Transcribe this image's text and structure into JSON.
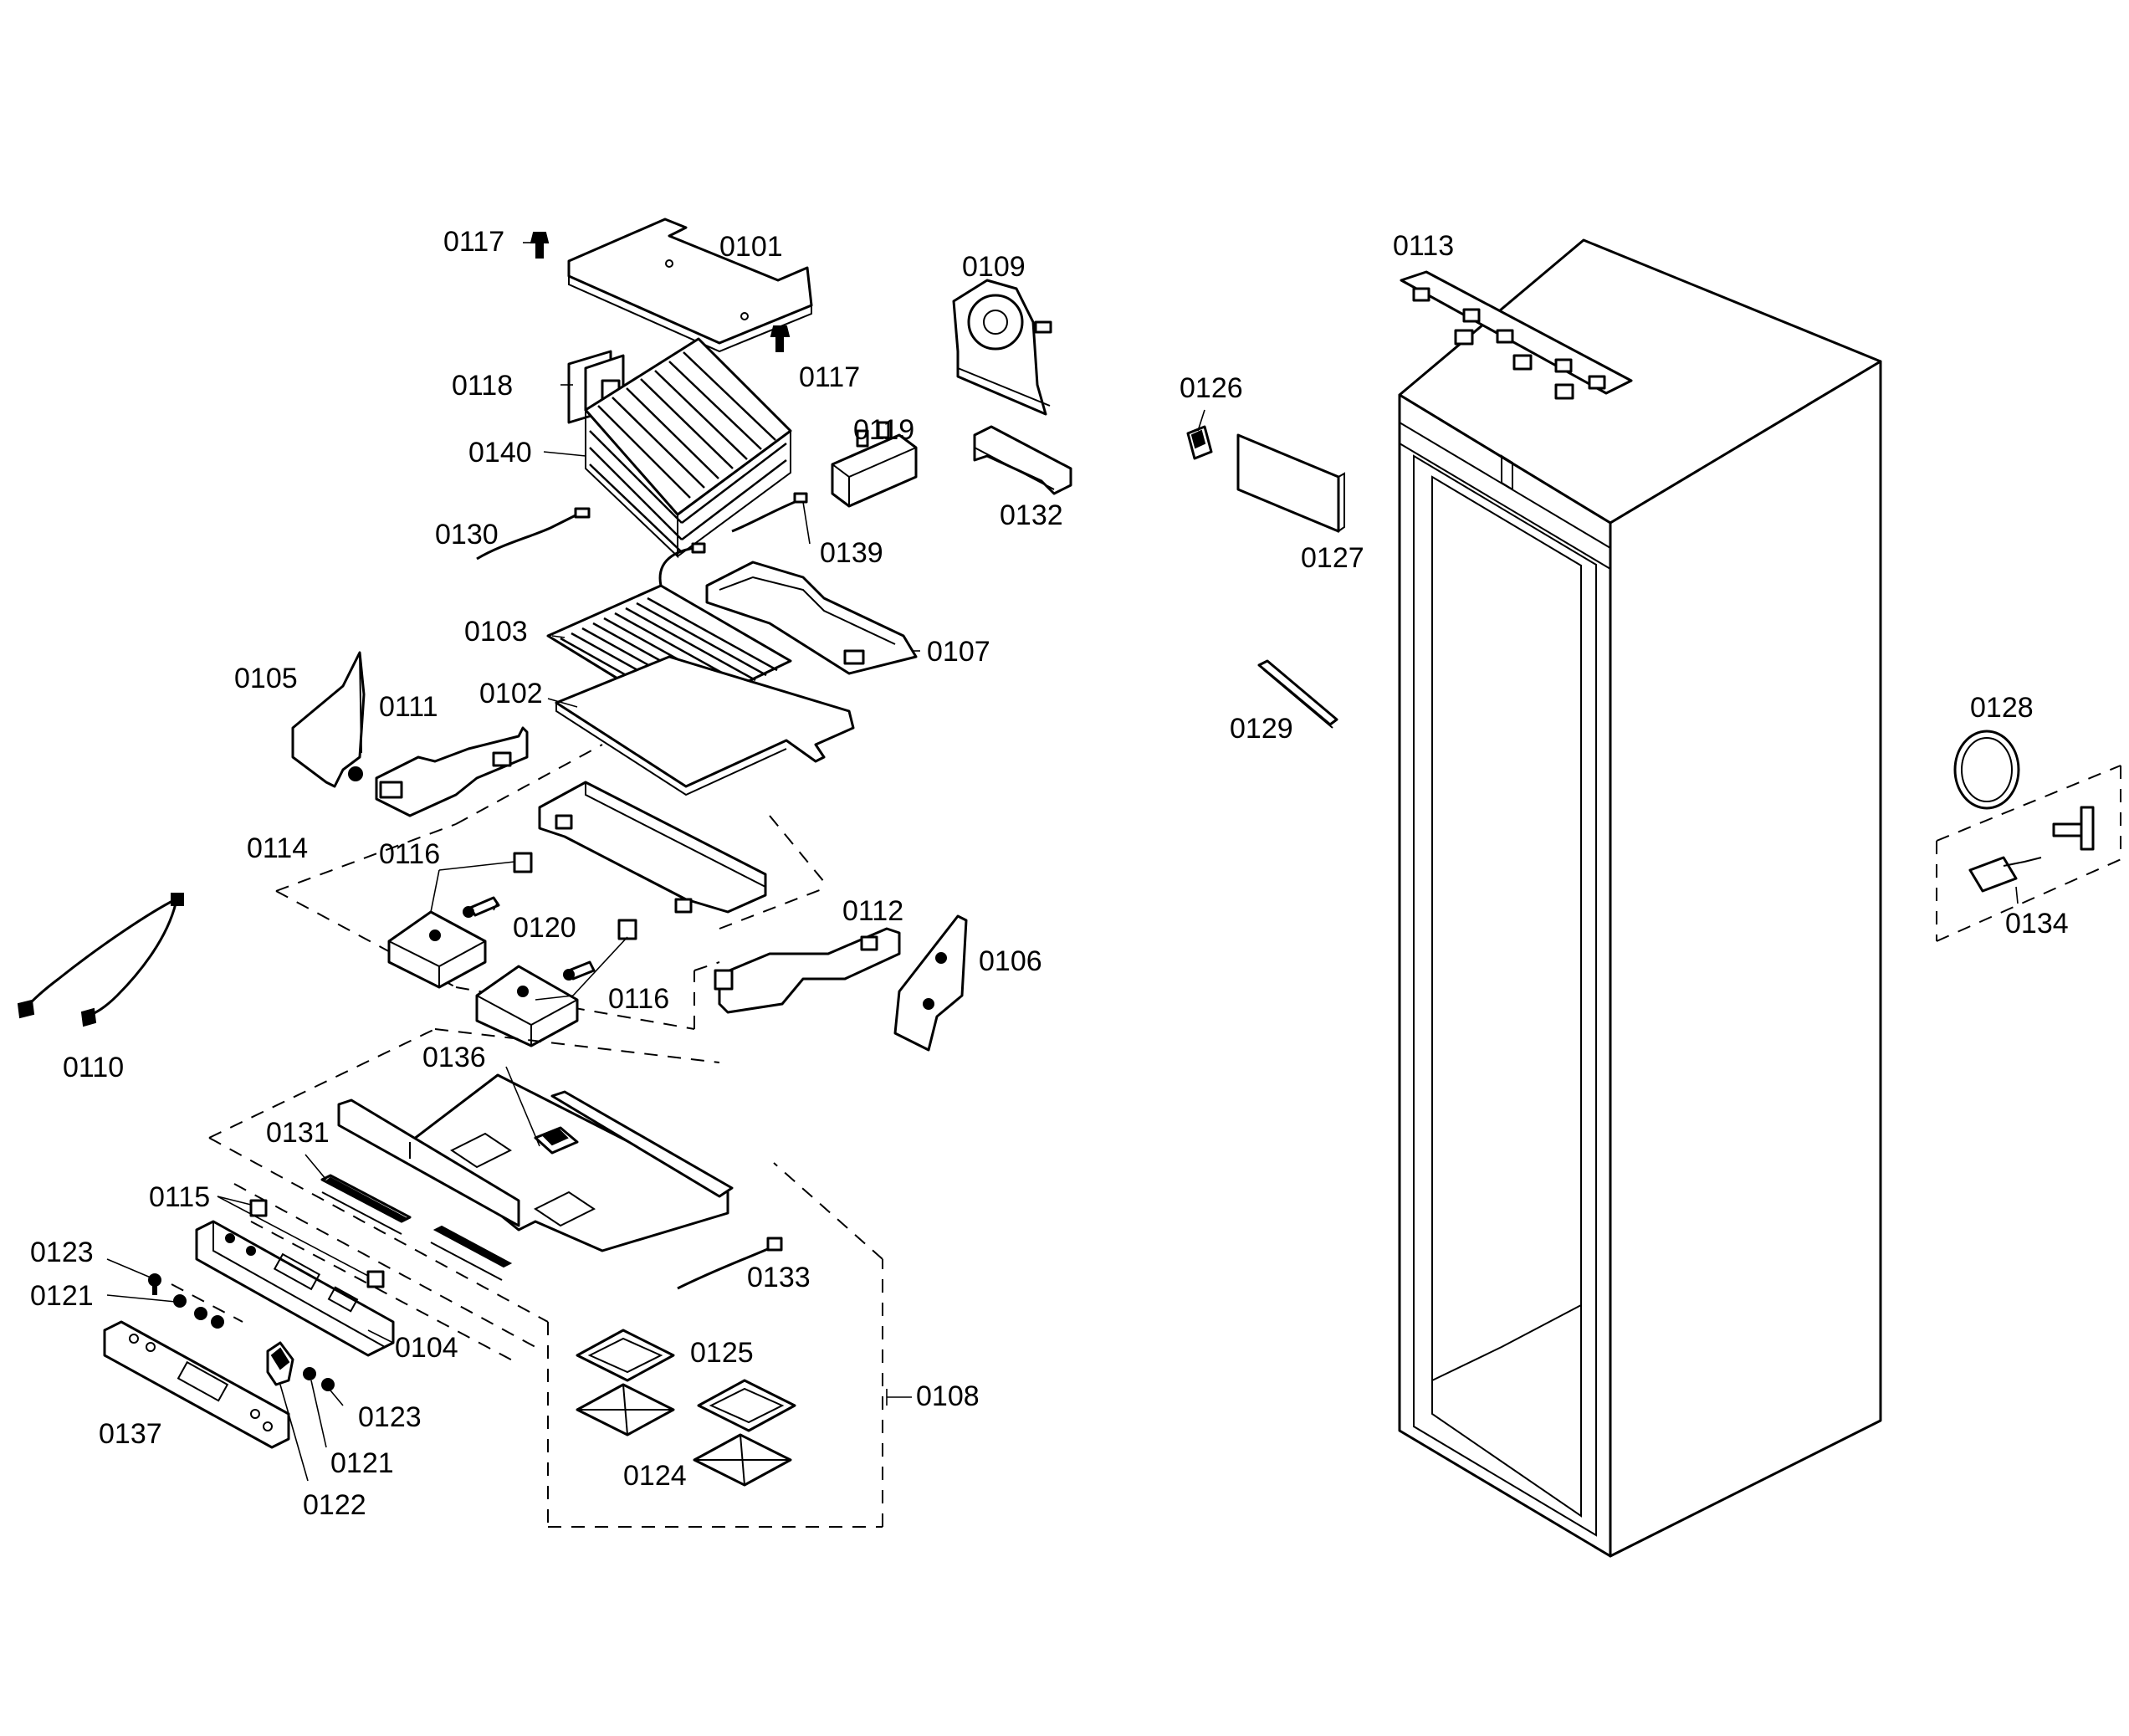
{
  "labels": {
    "p0101": "0101",
    "p0102": "0102",
    "p0103": "0103",
    "p0104": "0104",
    "p0105": "0105",
    "p0106": "0106",
    "p0107": "0107",
    "p0108": "0108",
    "p0109": "0109",
    "p0110": "0110",
    "p0111": "0111",
    "p0112": "0112",
    "p0113": "0113",
    "p0114": "0114",
    "p0115": "0115",
    "p0116a": "0116",
    "p0116b": "0116",
    "p0117a": "0117",
    "p0117b": "0117",
    "p0118": "0118",
    "p0119": "0119",
    "p0120": "0120",
    "p0121a": "0121",
    "p0121b": "0121",
    "p0122": "0122",
    "p0123a": "0123",
    "p0123b": "0123",
    "p0124": "0124",
    "p0125": "0125",
    "p0126": "0126",
    "p0127": "0127",
    "p0128": "0128",
    "p0129": "0129",
    "p0130": "0130",
    "p0131": "0131",
    "p0132": "0132",
    "p0133": "0133",
    "p0134": "0134",
    "p0136": "0136",
    "p0137": "0137",
    "p0139": "0139",
    "p0140": "0140"
  }
}
